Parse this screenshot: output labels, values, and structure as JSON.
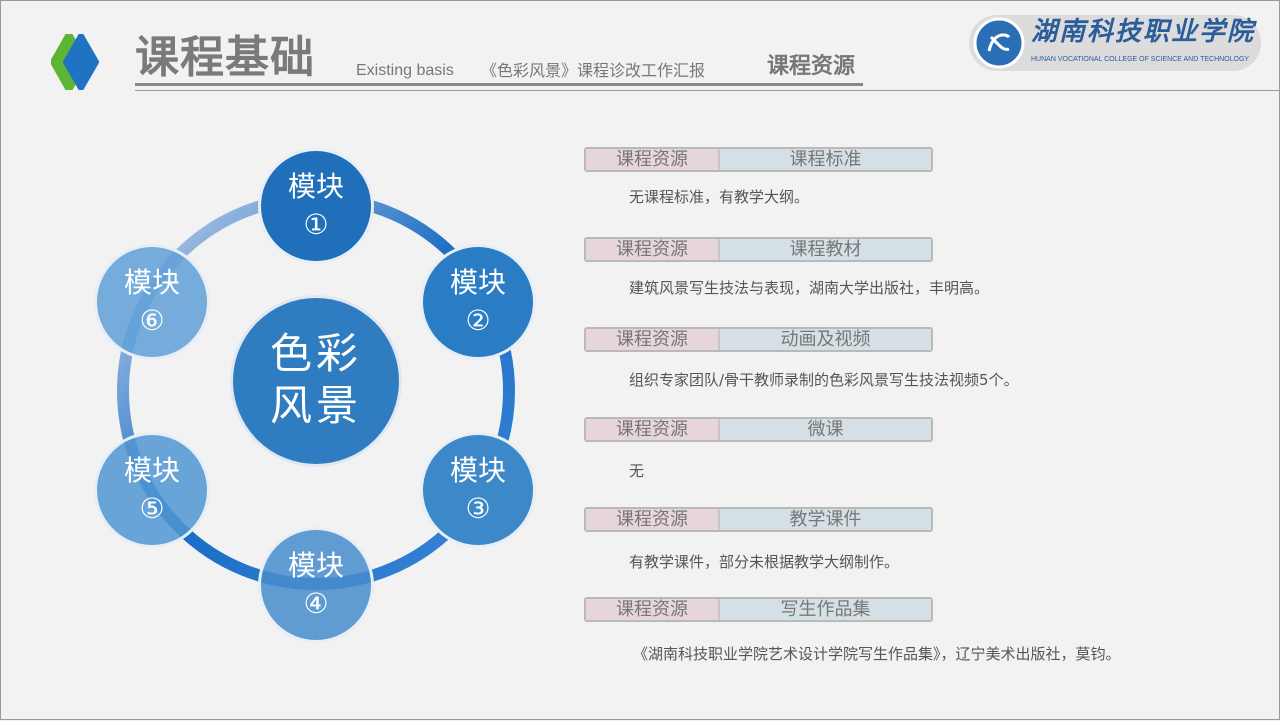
{
  "header": {
    "title": "课程基础",
    "subtitle_en": "Existing basis",
    "subtitle_cn": "《色彩风景》课程诊改工作汇报",
    "section": "课程资源"
  },
  "school": {
    "name": "湖南科技职业学院",
    "name_en": "HUNAN VOCATIONAL COLLEGE OF SCIENCE AND TECHNOLOGY"
  },
  "diagram": {
    "center": [
      "色彩",
      "风景"
    ],
    "modules": [
      [
        "模块",
        "①"
      ],
      [
        "模块",
        "②"
      ],
      [
        "模块",
        "③"
      ],
      [
        "模块",
        "④"
      ],
      [
        "模块",
        "⑤"
      ],
      [
        "模块",
        "⑥"
      ]
    ]
  },
  "resources": [
    {
      "key": "课程资源",
      "value": "课程标准",
      "desc": "无课程标准，有教学大纲。"
    },
    {
      "key": "课程资源",
      "value": "课程教材",
      "desc": "建筑风景写生技法与表现，湖南大学出版社，丰明高。"
    },
    {
      "key": "课程资源",
      "value": "动画及视频",
      "desc": "组织专家团队/骨干教师录制的色彩风景写生技法视频5个。"
    },
    {
      "key": "课程资源",
      "value": "微课",
      "desc": "无"
    },
    {
      "key": "课程资源",
      "value": "教学课件",
      "desc": "有教学课件，部分未根据教学大纲制作。"
    },
    {
      "key": "课程资源",
      "value": "写生作品集",
      "desc": "《湖南科技职业学院艺术设计学院写生作品集》，辽宁美术出版社，莫钧。"
    }
  ]
}
